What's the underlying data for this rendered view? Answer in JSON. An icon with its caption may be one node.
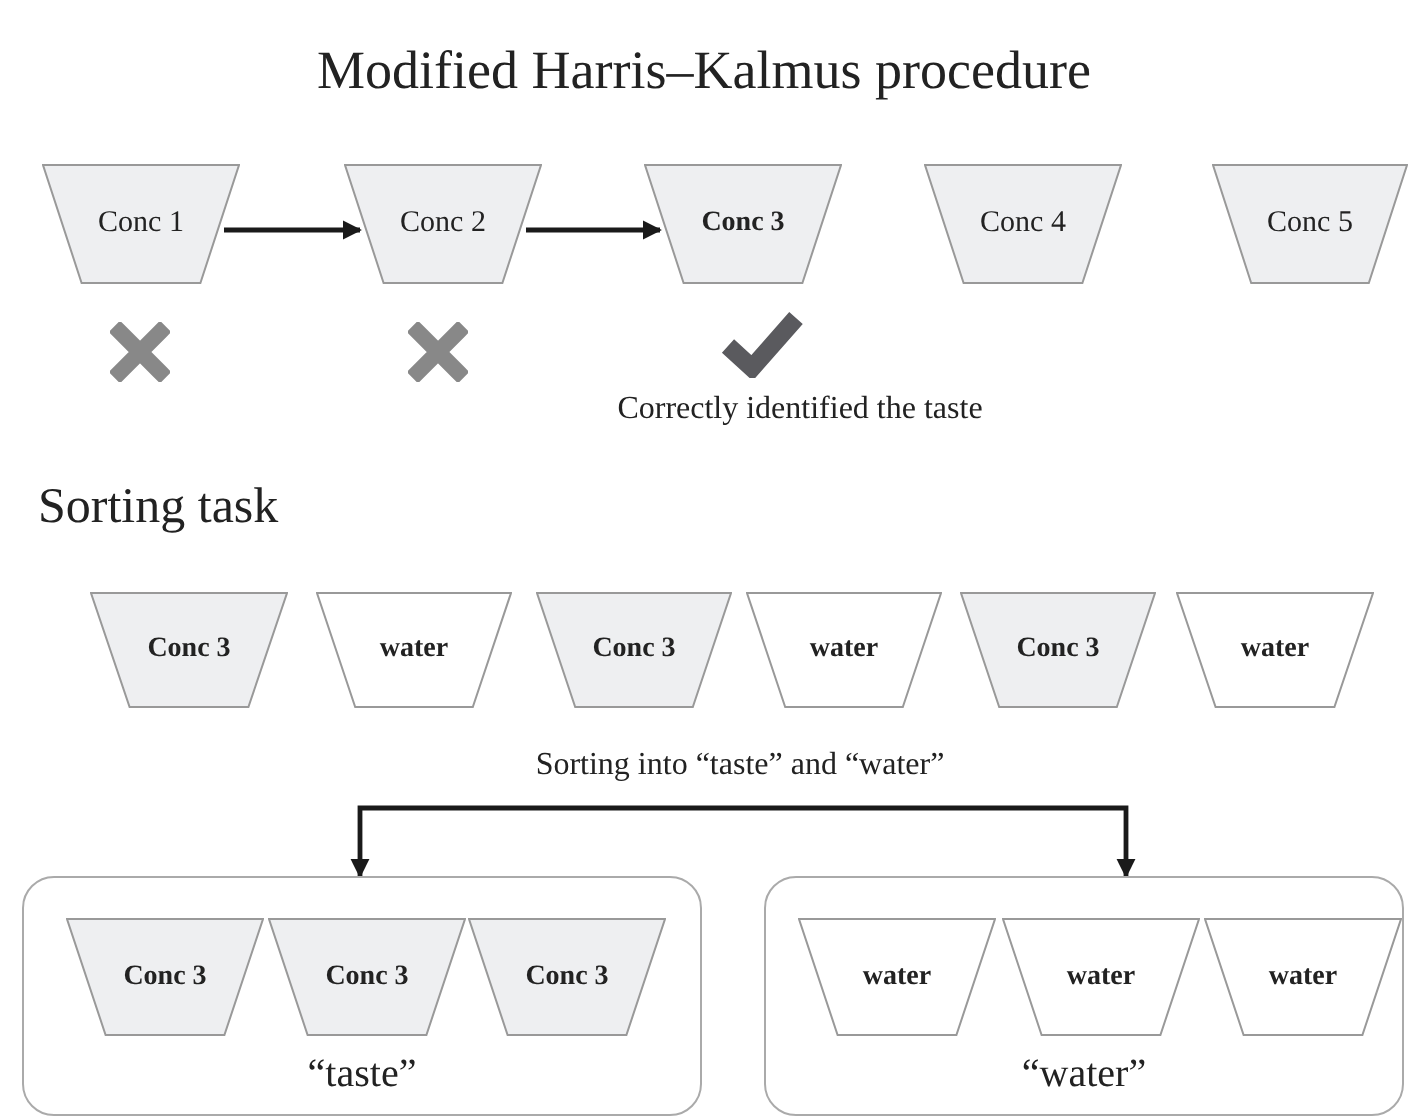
{
  "diagram": {
    "title": "Modified Harris–Kalmus procedure",
    "nodes": [
      {
        "text": [
          "Conc 1"
        ]
      },
      {
        "text": [
          "Conc 2"
        ]
      },
      {
        "text": [
          "Conc 3"
        ]
      },
      {
        "text": [
          "Conc 4"
        ]
      },
      {
        "text": [
          "Conc 5"
        ]
      },
      {
        "text": [
          "Conc 3"
        ]
      },
      {
        "text": [
          "water"
        ]
      },
      {
        "text": [
          "Conc 3"
        ]
      },
      {
        "text": [
          "water"
        ]
      },
      {
        "text": [
          "Conc 3"
        ]
      },
      {
        "text": [
          "water"
        ]
      },
      {
        "text": [
          "“taste”"
        ]
      },
      {
        "text": [
          "Conc 3"
        ],
        "in": 11
      },
      {
        "text": [
          "Conc 3"
        ],
        "in": 11
      },
      {
        "text": [
          "Conc 3"
        ],
        "in": 11
      },
      {
        "text": [
          "“water”"
        ]
      },
      {
        "text": [
          "water"
        ],
        "in": 15
      },
      {
        "text": [
          "water"
        ],
        "in": 15
      },
      {
        "text": [
          "water"
        ],
        "in": 15
      }
    ],
    "edges": [
      {
        "from": 0,
        "to": 1,
        "arrow": "to"
      },
      {
        "from": 1,
        "to": 2,
        "arrow": "to"
      },
      {
        "from": null,
        "to": 11,
        "arrow": "to"
      },
      {
        "from": null,
        "to": 15,
        "arrow": "to"
      }
    ],
    "labels": [
      "Correctly identified the taste",
      "Sorting task",
      "Sorting into “taste” and “water”"
    ]
  }
}
